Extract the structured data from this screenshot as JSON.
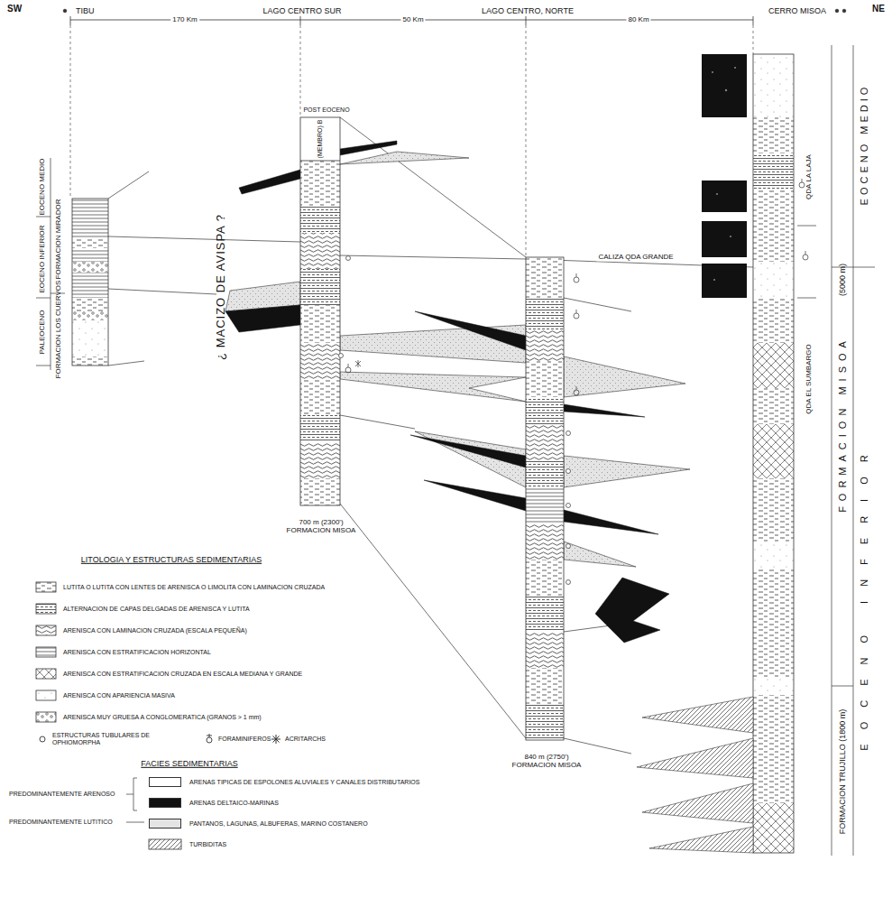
{
  "diagram": {
    "labels": [
      "SW",
      "NE",
      "TIBU",
      "LAGO CENTRO SUR",
      "LAGO CENTRO, NORTE",
      "CERRO MISOA",
      "170 Km",
      "50 Km",
      "80 Km",
      "EOCENO MEDIO",
      "EOCENO INFERIOR",
      "PALEOCENO",
      "FORMACION MIRADOR",
      "FORMACION LOS CUERVOS",
      "POST EOCENO",
      "(MEMBRO) B",
      "¿ MACIZO DE AVISPA ?",
      "700 m (2300') FORMACION MISOA",
      "840 m (2750') FORMACION MISOA",
      "CALIZA QDA GRANDE",
      "QDA LA LAJA",
      "QDA EL SUMBARGO",
      "EOCENO MEDIO",
      "(5000 m)",
      "FORMACION MISOA",
      "EOCENO INFERIOR",
      "FORMACION TRUJILLO (1800 m)",
      "LITOLOGIA Y ESTRUCTURAS SEDIMENTARIAS",
      "FACIES SEDIMENTARIAS",
      "PREDOMINANTEMENTE ARENOSO",
      "PREDOMINANTEMENTE LUTITICO"
    ],
    "legend": [
      {
        "text": "LUTITA O LUTITA CON LENTES DE ARENISCA O LIMOLITA CON LAMINACION CRUZADA"
      },
      {
        "text": "ALTERNACION DE CAPAS DELGADAS DE ARENISCA Y LUTITA"
      },
      {
        "text": "ARENISCA CON LAMINACION CRUZADA (ESCALA PEQUEÑA)"
      },
      {
        "text": "ARENISCA CON ESTRATIFICACION HORIZONTAL"
      },
      {
        "text": "ARENISCA CON ESTRATIFICACION CRUZADA EN ESCALA MEDIANA Y GRANDE"
      },
      {
        "text": "ARENISCA CON APARIENCIA MASIVA"
      },
      {
        "text": "ARENISCA MUY GRUESA A CONGLOMERATICA (GRANOS > 1 mm)"
      },
      {
        "text": "ESTRUCTURAS TUBULARES DE OPHIOMORPHA"
      },
      {
        "text": "FORAMINIFEROS"
      },
      {
        "text": "ACRITARCHS"
      },
      {
        "text": "ARENAS TIPICAS DE ESPOLONES ALUVIALES Y CANALES DISTRIBUTARIOS",
        "color": "#ffffff"
      },
      {
        "text": "ARENAS DELTAICO-MARINAS",
        "color": "#111111"
      },
      {
        "text": "PANTANOS, LAGUNAS, ALBUFERAS, MARINO COSTANERO",
        "color": "#e4e4e4"
      },
      {
        "text": "TURBIDITAS"
      }
    ]
  }
}
